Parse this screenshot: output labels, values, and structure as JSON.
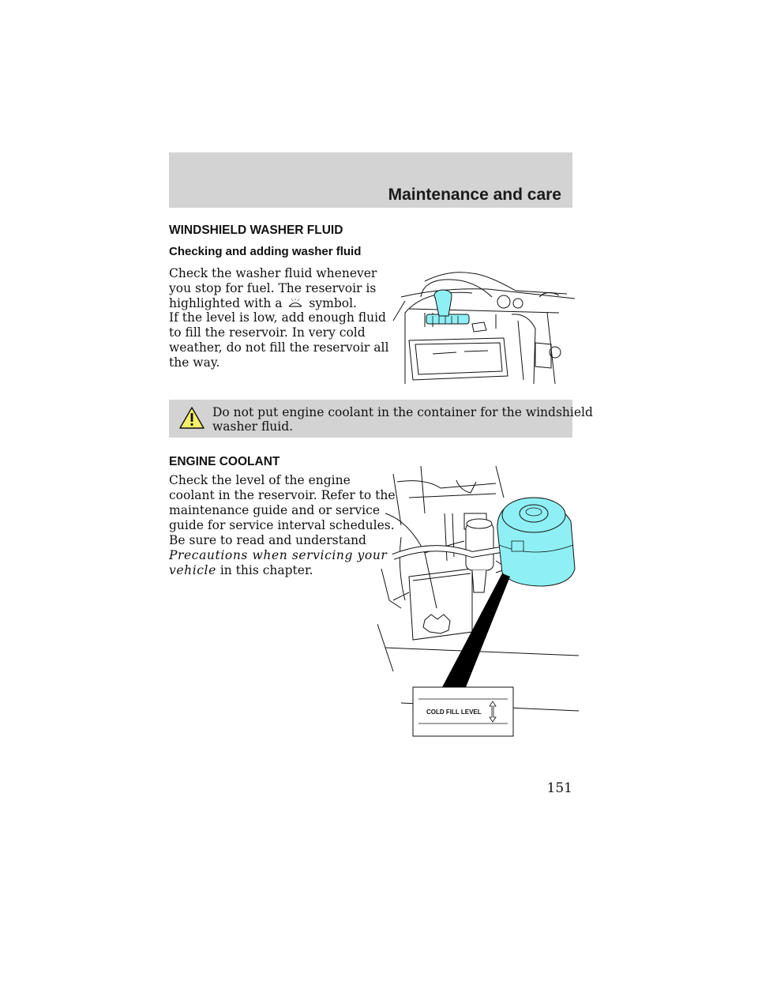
{
  "header": {
    "title": "Maintenance and care"
  },
  "washer": {
    "heading": "WINDSHIELD WASHER FLUID",
    "subheading": "Checking and adding washer fluid",
    "p1_line1": "Check the washer fluid whenever",
    "p1_line2": "you stop for fuel. The reservoir is",
    "p1_line3_pre": "highlighted with a",
    "p1_line3_post": "symbol.",
    "p2_lines": [
      "If the level is low, add enough fluid",
      "to fill the reservoir. In very cold",
      "weather, do not fill the reservoir all",
      "the way."
    ]
  },
  "warning": {
    "line1": "Do not put engine coolant in the container for the windshield",
    "line2": "washer fluid."
  },
  "coolant": {
    "heading": "ENGINE COOLANT",
    "lines": [
      "Check the level of the engine",
      "coolant in the reservoir. Refer to the",
      "maintenance guide and or service",
      "guide for service interval schedules.",
      "Be sure to read and understand"
    ],
    "italic_line1": "Precautions when servicing your",
    "italic_line2": "vehicle",
    "tail": " in this chapter.",
    "figure_label": "COLD FILL LEVEL"
  },
  "page_number": "151",
  "colors": {
    "band_gray": "#d3d3d3",
    "highlight_cyan": "#8ef0f4",
    "warning_yellow": "#f5ef6a"
  },
  "icons": {
    "inline_symbol": "washer-fluid-symbol-icon",
    "warning": "warning-triangle-icon",
    "arrow": "double-arrow-icon"
  }
}
